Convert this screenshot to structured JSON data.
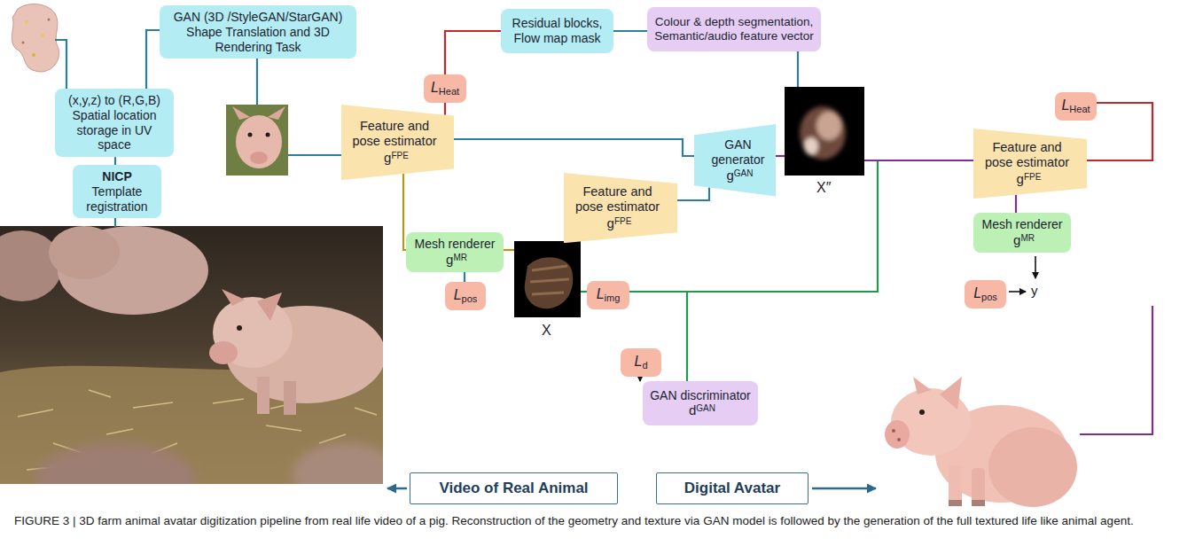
{
  "diagram": {
    "caption": "FIGURE 3 | 3D farm animal avatar digitization pipeline from real life video of a pig. Reconstruction of the geometry and texture via GAN model is followed by the generation of the full textured life like animal agent.",
    "nodes": [
      {
        "text": [
          "GAN (3D /StyleGAN/StarGAN) Shape Translation and 3D Rendering Task"
        ]
      },
      {
        "text": [
          "(x,y,z) to (R,G,B) Spatial location storage in UV space"
        ]
      },
      {
        "text": [
          "NICP",
          "Template registration"
        ]
      },
      {
        "text": [
          "Feature and pose estimator",
          "gFPE"
        ]
      },
      {
        "text": [
          "LHeat"
        ]
      },
      {
        "text": [
          "Residual blocks, Flow map mask"
        ]
      },
      {
        "text": [
          "Colour & depth segmentation, Semantic/audio feature vector"
        ]
      },
      {
        "text": [
          "Feature and pose estimator",
          "gFPE"
        ]
      },
      {
        "text": [
          "GAN generator",
          "gGAN"
        ]
      },
      {
        "text": [
          "Mesh renderer",
          "gMR"
        ]
      },
      {
        "text": [
          "Lpos"
        ]
      },
      {
        "text": [
          "Limg"
        ]
      },
      {
        "text": [
          "Ld"
        ]
      },
      {
        "text": [
          "GAN discriminator",
          "dGAN"
        ]
      },
      {
        "text": [
          "LHeat"
        ]
      },
      {
        "text": [
          "Feature and pose estimator",
          "gFPE"
        ]
      },
      {
        "text": [
          "Mesh renderer",
          "gMR"
        ]
      },
      {
        "text": [
          "Lpos"
        ]
      },
      {
        "text": [
          "Video of Real Animal"
        ]
      },
      {
        "text": [
          "Digital Avatar"
        ]
      }
    ],
    "edges": [
      {
        "from": 0,
        "to": 1,
        "arrow": "none"
      },
      {
        "from": 1,
        "to": 2,
        "arrow": "none"
      },
      {
        "from": 3,
        "to": 4,
        "arrow": "none"
      },
      {
        "from": 4,
        "to": 5,
        "arrow": "none"
      },
      {
        "from": 5,
        "to": 6,
        "arrow": "none"
      },
      {
        "from": 3,
        "to": 8,
        "arrow": "none"
      },
      {
        "from": 7,
        "to": 8,
        "arrow": "none"
      },
      {
        "from": 3,
        "to": 9,
        "arrow": "none"
      },
      {
        "from": 9,
        "to": 10,
        "arrow": "none"
      },
      {
        "from": 11,
        "to": 13,
        "arrow": "none"
      },
      {
        "from": 12,
        "to": 13,
        "arrow": "to"
      },
      {
        "from": 14,
        "to": 15,
        "arrow": "none"
      },
      {
        "from": 15,
        "to": 16,
        "arrow": "none"
      }
    ],
    "labels": [
      "X",
      "X″",
      "y"
    ]
  }
}
